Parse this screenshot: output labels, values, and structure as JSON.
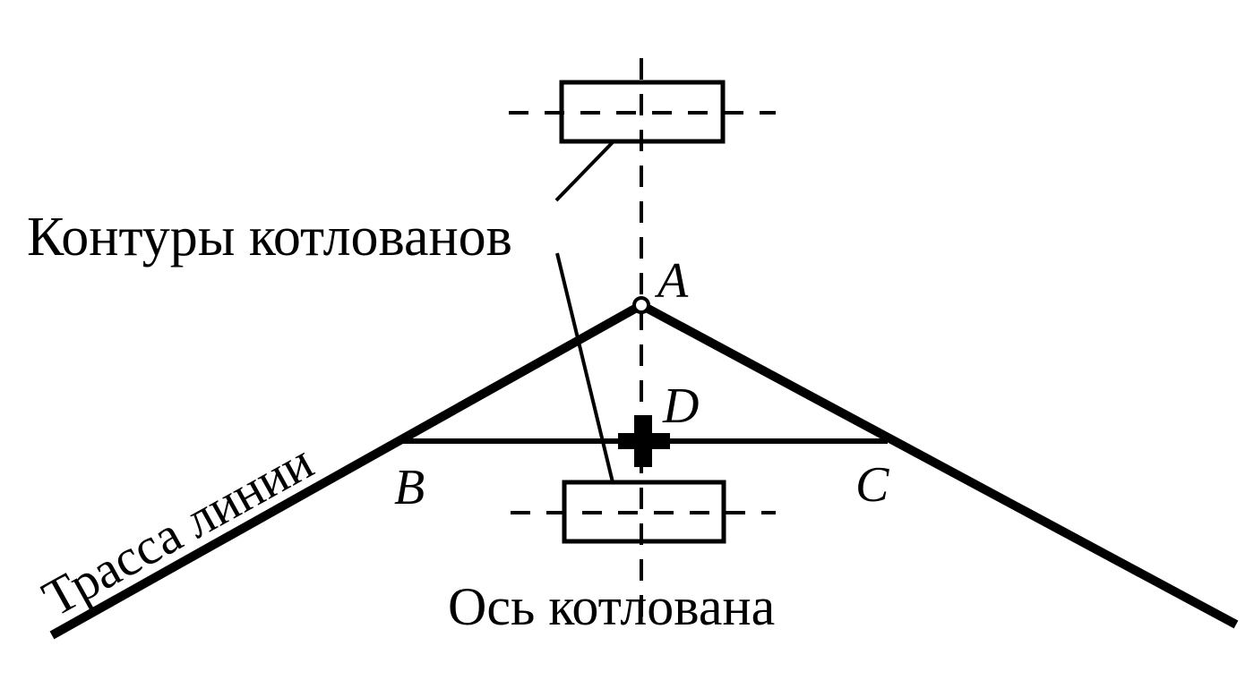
{
  "labels": {
    "pit_contours": "Контуры котлованов",
    "pit_axis": "Ось котлована",
    "line_route": "Трасса линии"
  },
  "points": {
    "a": "A",
    "b": "B",
    "c": "C",
    "d": "D"
  },
  "colors": {
    "ink": "#000000",
    "background": "#ffffff"
  }
}
